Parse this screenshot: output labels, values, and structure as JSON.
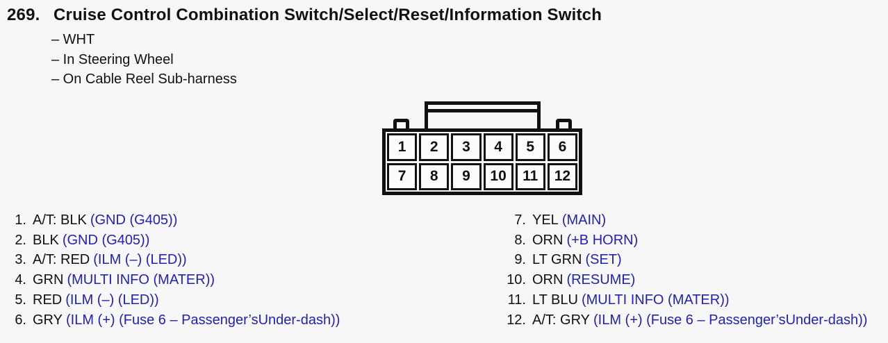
{
  "page": {
    "number": "269.",
    "title": "Cruise Control Combination Switch/Select/Reset/Information Switch",
    "notes": [
      "– WHT",
      "– In Steering Wheel",
      "– On Cable Reel Sub-harness"
    ]
  },
  "connector": {
    "cells": [
      "1",
      "2",
      "3",
      "4",
      "5",
      "6",
      "7",
      "8",
      "9",
      "10",
      "11",
      "12"
    ]
  },
  "pins_left": [
    {
      "num": "1.",
      "wire": "A/T: BLK",
      "fn": "(GND (G405))"
    },
    {
      "num": "2.",
      "wire": "BLK",
      "fn": "(GND (G405))"
    },
    {
      "num": "3.",
      "wire": "A/T: RED",
      "fn": "(ILM (–) (LED))"
    },
    {
      "num": "4.",
      "wire": "GRN",
      "fn": "(MULTI INFO (MATER))"
    },
    {
      "num": "5.",
      "wire": "RED",
      "fn": "(ILM (–) (LED))"
    },
    {
      "num": "6.",
      "wire": "GRY",
      "fn": "(ILM (+) (Fuse 6 – Passenger’sUnder-dash))"
    }
  ],
  "pins_right": [
    {
      "num": "7.",
      "wire": "YEL",
      "fn": "(MAIN)"
    },
    {
      "num": "8.",
      "wire": "ORN",
      "fn": "(+B HORN)"
    },
    {
      "num": "9.",
      "wire": "LT GRN",
      "fn": "(SET)"
    },
    {
      "num": "10.",
      "wire": "ORN",
      "fn": "(RESUME)"
    },
    {
      "num": "11.",
      "wire": "LT BLU",
      "fn": "(MULTI INFO (MATER))"
    },
    {
      "num": "12.",
      "wire": "A/T: GRY",
      "fn": "(ILM (+) (Fuse 6 – Passenger’sUnder-dash))"
    }
  ],
  "colors": {
    "ink": "#111111",
    "function_blue": "#2222b0",
    "background": "#f7f7f7"
  }
}
